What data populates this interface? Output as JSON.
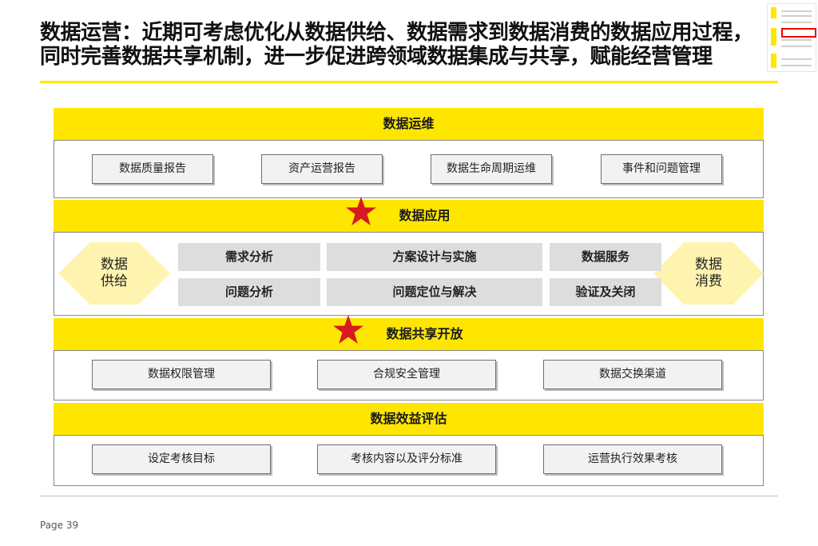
{
  "header": {
    "title_line1": "数据运营：近期可考虑优化从数据供给、数据需求到数据消费的数据应用过程，",
    "title_line2": "同时完善数据共享机制，进一步促进跨领域数据集成与共享，赋能经营管理"
  },
  "sections": {
    "ops": {
      "title": "数据运维",
      "items": [
        "数据质量报告",
        "资产运营报告",
        "数据生命周期运维",
        "事件和问题管理"
      ]
    },
    "application": {
      "title": "数据应用",
      "left_label": [
        "数据",
        "供给"
      ],
      "right_label": [
        "数据",
        "消费"
      ],
      "row1": [
        "需求分析",
        "方案设计与实施",
        "数据服务"
      ],
      "row2": [
        "问题分析",
        "问题定位与解决",
        "验证及关闭"
      ]
    },
    "sharing": {
      "title": "数据共享开放",
      "items": [
        "数据权限管理",
        "合规安全管理",
        "数据交换渠道"
      ]
    },
    "benefit": {
      "title": "数据效益评估",
      "items": [
        "设定考核目标",
        "考核内容以及评分标准",
        "运营执行效果考核"
      ]
    }
  },
  "footer": {
    "page": "Page 39"
  },
  "colors": {
    "accent": "#ffe600",
    "star": "#d71920",
    "cell": "#dddddd",
    "diamond": "#fff3b0"
  }
}
